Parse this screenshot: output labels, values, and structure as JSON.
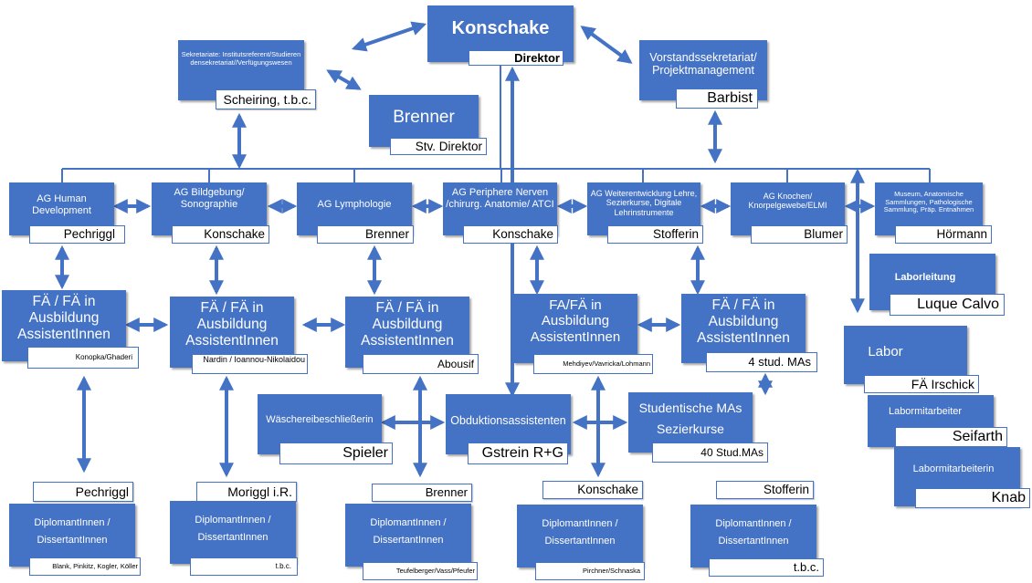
{
  "colors": {
    "box": "#4472c4",
    "line": "#4472c4",
    "tag_bg": "#ffffff",
    "text_light": "#ffffff",
    "text_dark": "#000000"
  },
  "nodes": {
    "director": {
      "title": "Konschake",
      "tag": "Direktor"
    },
    "secretariat": {
      "title": "Sekretariate: Institutsreferent/Studierendensekretariat//Verfügungswesen",
      "tag": "Scheiring, t.b.c."
    },
    "board_secretariat": {
      "title": "Vorstandssekretariat/ Projektmanagement",
      "tag": "Barbist"
    },
    "deputy": {
      "title": "Brenner",
      "tag": "Stv. Direktor"
    },
    "ag_human_development": {
      "title": "AG Human Development",
      "tag": "Pechriggl"
    },
    "ag_imaging": {
      "title": "AG Bildgebung/Sonographie",
      "tag": "Konschake"
    },
    "ag_lymphology": {
      "title": "AG Lymphologie",
      "tag": "Brenner"
    },
    "ag_nerves": {
      "title": "AG Periphere Nerven /chirurg. Anatomie/ ATCI",
      "tag": "Konschake"
    },
    "ag_teaching": {
      "title": "AG Weiterentwicklung Lehre, Sezierkurse, Digitale Lehrinstrumente",
      "tag": "Stofferin"
    },
    "ag_bone": {
      "title": "AG Knochen/ Knorpelgewebe/ELMI",
      "tag": "Blumer"
    },
    "museum": {
      "title": "Museum, Anatomische Sammlungen, Pathologische Sammlung, Präp. Entnahmen",
      "tag": "Hörmann"
    },
    "lab_lead": {
      "title": "Laborleitung",
      "tag": "Luque Calvo"
    },
    "lab": {
      "title": "Labor",
      "tag": "FÄ Irschick"
    },
    "lab_staff_1": {
      "title": "Labormitarbeiter",
      "tag": "Seifarth"
    },
    "lab_staff_2": {
      "title": "Labormitarbeiterin",
      "tag": "Knab"
    },
    "res_1": {
      "title": "FÄ / FÄ in Ausbildung AssistentInnen",
      "tag": "Konopka/Ghaderi"
    },
    "res_2": {
      "title": "FÄ / FÄ in Ausbildung AssistentInnen",
      "tag": "Nardin / Ioannou-Nikolaidou"
    },
    "res_3": {
      "title": "FÄ / FÄ in Ausbildung AssistentInnen",
      "tag": "Abousif"
    },
    "res_4": {
      "title": "FA/FÄ in Ausbildung AssistentInnen",
      "tag": "Mehdiyev/Vavricka/Lohmann"
    },
    "res_5": {
      "title": "FÄ / FÄ in Ausbildung AssistentInnen",
      "tag": "4 stud. MAs"
    },
    "laundry": {
      "title": "Wäschereibeschließerin",
      "tag": "Spieler"
    },
    "autopsy": {
      "title": "Obduktionsassistenten",
      "tag": "Gstrein R+G"
    },
    "students": {
      "title": "Studentische MAs Sezierkurse",
      "tag": "40 Stud.MAs"
    },
    "dip_1": {
      "title": "DiplomantInnen / DissertantInnen",
      "tag": "Blank, Pinkitz, Kogler, Köller"
    },
    "dip_2": {
      "title": "DiplomantInnen / DissertantInnen",
      "tag": "t.b.c."
    },
    "dip_3": {
      "title": "DiplomantInnen / DissertantInnen",
      "tag": "Teufelberger/Vass/Pfeufer"
    },
    "dip_4": {
      "title": "DiplomantInnen / DissertantInnen",
      "tag": "Pirchner/Schnaska"
    },
    "dip_5": {
      "title": "DiplomantInnen / DissertantInnen",
      "tag": "t.b.c."
    }
  },
  "supervisors": {
    "sup_1": "Pechriggl",
    "sup_2": "Moriggl i.R.",
    "sup_3": "Brenner",
    "sup_4": "Konschake",
    "sup_5": "Stofferin"
  }
}
